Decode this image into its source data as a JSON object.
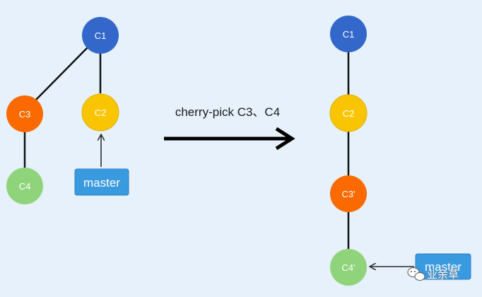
{
  "left_graph": {
    "commits": {
      "c1": {
        "label": "C1",
        "color": "#3367c9"
      },
      "c2": {
        "label": "C2",
        "color": "#f8c500"
      },
      "c3": {
        "label": "C3",
        "color": "#fa6a00"
      },
      "c4": {
        "label": "C4",
        "color": "#8fd47a"
      }
    },
    "branch": {
      "label": "master",
      "color": "#3a9adf"
    }
  },
  "operation": {
    "label": "cherry-pick C3、C4"
  },
  "right_graph": {
    "commits": {
      "c1": {
        "label": "C1",
        "color": "#3367c9"
      },
      "c2": {
        "label": "C2",
        "color": "#f8c500"
      },
      "c3p": {
        "label": "C3'",
        "color": "#fa6a00"
      },
      "c4p": {
        "label": "C4'",
        "color": "#8fd47a"
      }
    },
    "branch": {
      "label": "master",
      "color": "#3a9adf"
    }
  },
  "watermark": {
    "text": "业余草",
    "icon": "wechat-icon"
  }
}
